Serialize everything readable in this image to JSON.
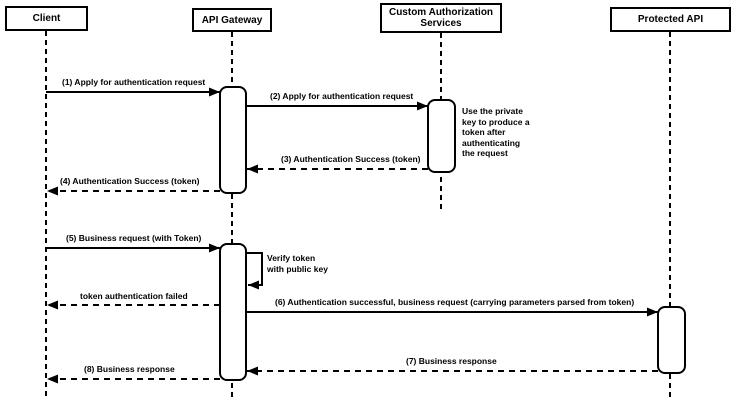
{
  "diagram": {
    "kind": "sequence-diagram",
    "colors": {
      "line": "#000000",
      "fill": "#ffffff",
      "background": "#ffffff"
    },
    "participants": [
      {
        "name": "Client"
      },
      {
        "name": "API Gateway"
      },
      {
        "name": "Custom Authorization Services"
      },
      {
        "name": "Protected API"
      }
    ],
    "messages": [
      {
        "label": "(1) Apply for authentication request",
        "from": "Client",
        "to": "API Gateway",
        "style": "solid"
      },
      {
        "label": "(2) Apply for authentication request",
        "from": "API Gateway",
        "to": "Custom Authorization Services",
        "style": "solid"
      },
      {
        "label": "(3) Authentication Success (token)",
        "from": "Custom Authorization Services",
        "to": "API Gateway",
        "style": "dashed"
      },
      {
        "label": "(4) Authentication Success (token)",
        "from": "API Gateway",
        "to": "Client",
        "style": "dashed"
      },
      {
        "label": "(5) Business request (with Token)",
        "from": "Client",
        "to": "API Gateway",
        "style": "solid"
      },
      {
        "label": "Verify token\nwith public key",
        "from": "API Gateway",
        "to": "API Gateway",
        "style": "self"
      },
      {
        "label": "token authentication failed",
        "from": "API Gateway",
        "to": "Client",
        "style": "dashed"
      },
      {
        "label": "(6) Authentication successful, business request (carrying parameters parsed from token)",
        "from": "API Gateway",
        "to": "Protected API",
        "style": "solid"
      },
      {
        "label": "(7) Business response",
        "from": "Protected API",
        "to": "API Gateway",
        "style": "dashed"
      },
      {
        "label": "(8) Business response",
        "from": "API Gateway",
        "to": "Client",
        "style": "dashed"
      }
    ],
    "notes": [
      {
        "text": "Use the private\nkey to produce a\ntoken after\nauthenticating\nthe request",
        "attached_to": "Custom Authorization Services"
      }
    ]
  }
}
